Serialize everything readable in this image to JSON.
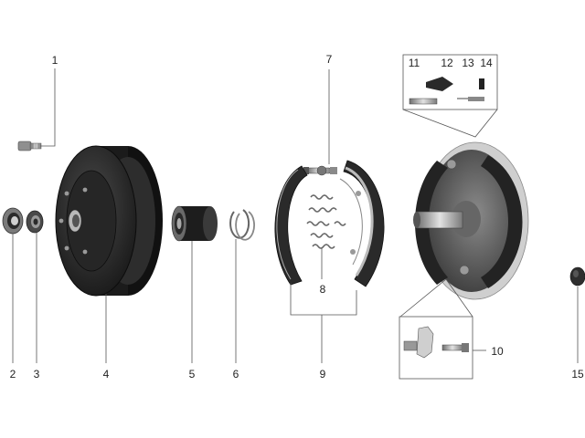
{
  "parts": [
    {
      "id": "p1",
      "label": "1"
    },
    {
      "id": "p2",
      "label": "2"
    },
    {
      "id": "p3",
      "label": "3"
    },
    {
      "id": "p4",
      "label": "4"
    },
    {
      "id": "p5",
      "label": "5"
    },
    {
      "id": "p6",
      "label": "6"
    },
    {
      "id": "p7",
      "label": "7"
    },
    {
      "id": "p8",
      "label": "8"
    },
    {
      "id": "p9",
      "label": "9"
    },
    {
      "id": "p10",
      "label": "10"
    },
    {
      "id": "p11",
      "label": "11"
    },
    {
      "id": "p12",
      "label": "12"
    },
    {
      "id": "p13",
      "label": "13"
    },
    {
      "id": "p14",
      "label": "14"
    },
    {
      "id": "p15",
      "label": "15"
    }
  ],
  "colors": {
    "drum_dark": "#1e1e1e",
    "drum_mid": "#3a3a3a",
    "steel": "#9a9a9a",
    "steel_light": "#cfcfcf",
    "lining": "#2b2b2b",
    "spring": "#6a6a6a",
    "leader": "#555555"
  }
}
